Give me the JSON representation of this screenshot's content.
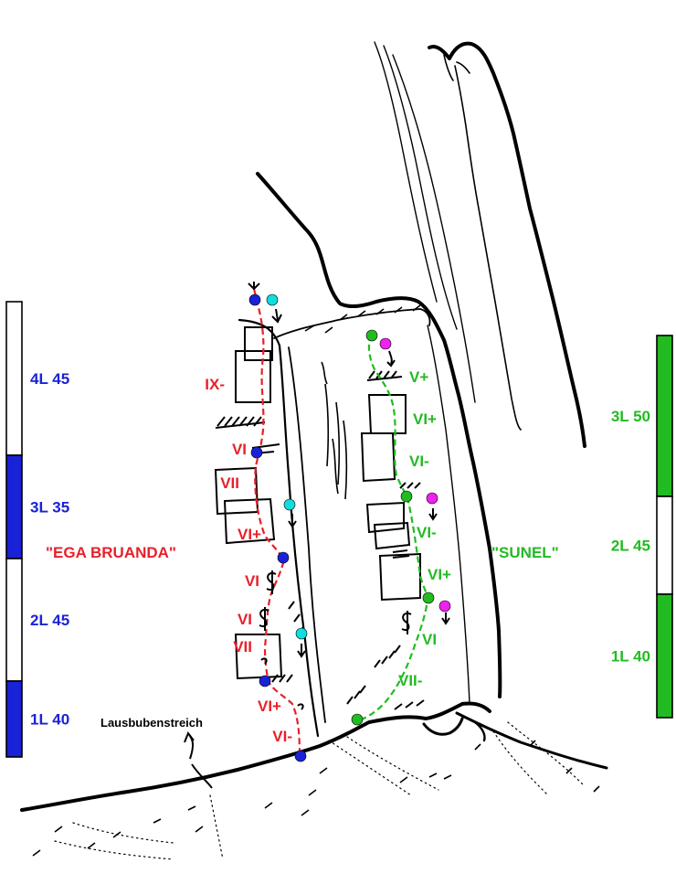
{
  "colors": {
    "left_route": "#e8202a",
    "right_route": "#22bb22",
    "left_bar": "#1a22d6",
    "right_bar": "#22bb22",
    "belay_left": "#1a22d6",
    "belay_right": "#22bb22",
    "rappel_cyan": "#11dddd",
    "rappel_magenta": "#ee22ee",
    "ink": "#000000"
  },
  "left_route": {
    "name": "\"EGA BRUANDA\"",
    "grades": [
      "IX-",
      "VI",
      "VII",
      "VI+",
      "VI",
      "VI",
      "VII",
      "VI+",
      "VI-"
    ]
  },
  "right_route": {
    "name": "\"SUNEL\"",
    "grades": [
      "V+",
      "VI+",
      "VI-",
      "VI-",
      "VI+",
      "VI",
      "VII-"
    ]
  },
  "left_pitches": [
    {
      "label": "4L 45",
      "filled": false
    },
    {
      "label": "3L 35",
      "filled": true
    },
    {
      "label": "2L 45",
      "filled": false
    },
    {
      "label": "1L 40",
      "filled": true
    }
  ],
  "right_pitches": [
    {
      "label": "3L 50",
      "filled": true
    },
    {
      "label": "2L 45",
      "filled": false
    },
    {
      "label": "1L 40",
      "filled": true
    }
  ],
  "neighbor_route": "Lausbubenstreich",
  "icons": [
    "belay-dot-icon",
    "rappel-anchor-icon",
    "down-arrow-icon",
    "bolt-icon",
    "overhang-hatch-icon"
  ]
}
